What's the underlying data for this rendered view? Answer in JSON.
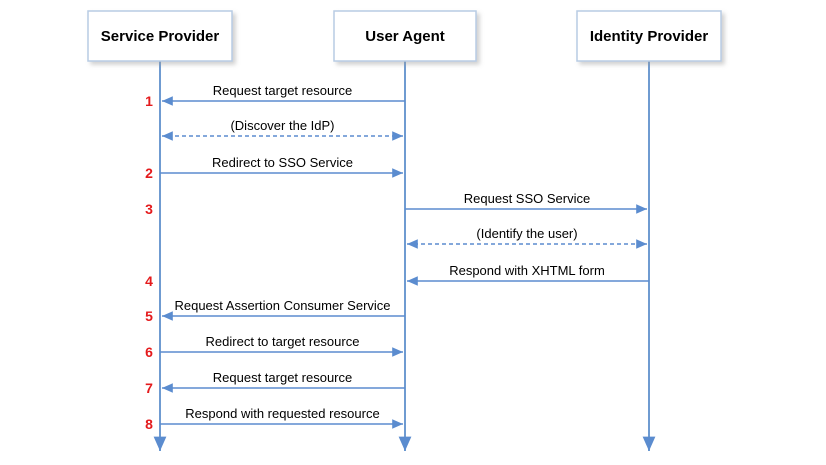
{
  "colors": {
    "lifeline": "#6f9bd1",
    "arrow": "#5b8ccf",
    "step_number": "#e41a1c",
    "box_border": "#b8cce4"
  },
  "actors": [
    {
      "id": "sp",
      "label": "Service Provider"
    },
    {
      "id": "ua",
      "label": "User Agent"
    },
    {
      "id": "idp",
      "label": "Identity Provider"
    }
  ],
  "messages": [
    {
      "step": "1",
      "label": "Request target resource",
      "from": "ua",
      "to": "sp",
      "dashed": false,
      "bidirectional": false
    },
    {
      "step": "",
      "label": "(Discover the IdP)",
      "from": "ua",
      "to": "sp",
      "dashed": true,
      "bidirectional": true
    },
    {
      "step": "2",
      "label": "Redirect to SSO Service",
      "from": "sp",
      "to": "ua",
      "dashed": false,
      "bidirectional": false
    },
    {
      "step": "3",
      "label": "Request SSO Service",
      "from": "ua",
      "to": "idp",
      "dashed": false,
      "bidirectional": false
    },
    {
      "step": "",
      "label": "(Identify the user)",
      "from": "ua",
      "to": "idp",
      "dashed": true,
      "bidirectional": true
    },
    {
      "step": "4",
      "label": "Respond with XHTML form",
      "from": "idp",
      "to": "ua",
      "dashed": false,
      "bidirectional": false
    },
    {
      "step": "5",
      "label": "Request Assertion Consumer Service",
      "from": "ua",
      "to": "sp",
      "dashed": false,
      "bidirectional": false
    },
    {
      "step": "6",
      "label": "Redirect to target resource",
      "from": "sp",
      "to": "ua",
      "dashed": false,
      "bidirectional": false
    },
    {
      "step": "7",
      "label": "Request target resource",
      "from": "ua",
      "to": "sp",
      "dashed": false,
      "bidirectional": false
    },
    {
      "step": "8",
      "label": "Respond with requested resource",
      "from": "sp",
      "to": "ua",
      "dashed": false,
      "bidirectional": false
    }
  ]
}
